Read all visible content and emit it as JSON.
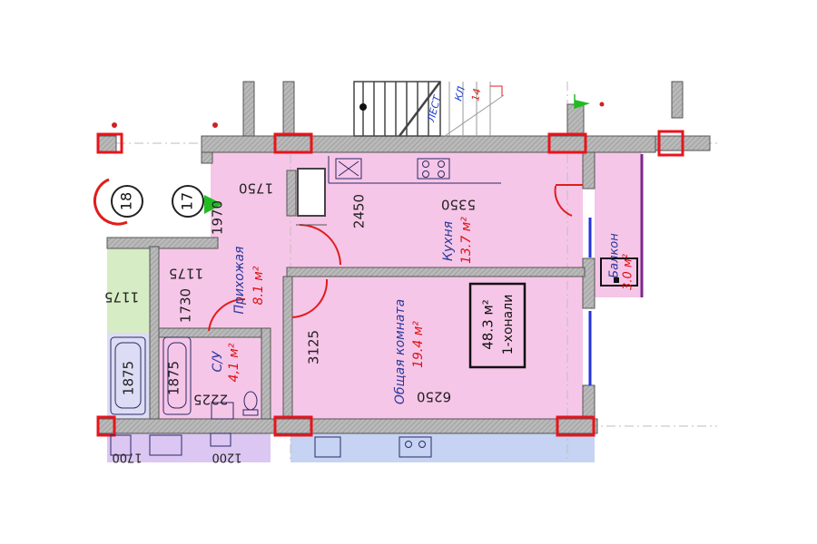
{
  "plan": {
    "rooms": {
      "hallway": {
        "name": "Прихожая",
        "area": "8.1 м²"
      },
      "bathroom": {
        "name": "С/У",
        "area": "4,1 м²"
      },
      "kitchen": {
        "name": "Кухня",
        "area": "13.7 м²"
      },
      "living": {
        "name": "Общая комната",
        "area": "19.4 м²"
      },
      "balcony": {
        "name": "Балкон",
        "area": "3.0 м²"
      }
    },
    "summary": {
      "area": "48.3 м²",
      "type": "1-хонали"
    },
    "axis_markers": {
      "left": "18",
      "right": "17"
    },
    "dimensions": {
      "d1750": "1750",
      "d1970": "1970",
      "d2450": "2450",
      "d5350": "5350",
      "d1175": "1175",
      "d1730": "1730",
      "d3125": "3125",
      "d1875a": "1875",
      "d1875b": "1875",
      "d2225": "2225",
      "d6250": "6250",
      "d1175b": "1175",
      "d1200": "1200",
      "d1700": "1700"
    },
    "stair_labels": {
      "a": "ЛЕСТ",
      "b": "КЛ",
      "c": "14"
    },
    "colors": {
      "apartment": "#f6c6e8",
      "wall": "#b3b3b3",
      "column": "#e8141c",
      "window": "#2233dd",
      "door": "#e11c1c",
      "neighbor_blue": "#c6d3f2",
      "neighbor_purple": "#dcc6f2",
      "neighbor_green": "#d6ecc4"
    }
  }
}
